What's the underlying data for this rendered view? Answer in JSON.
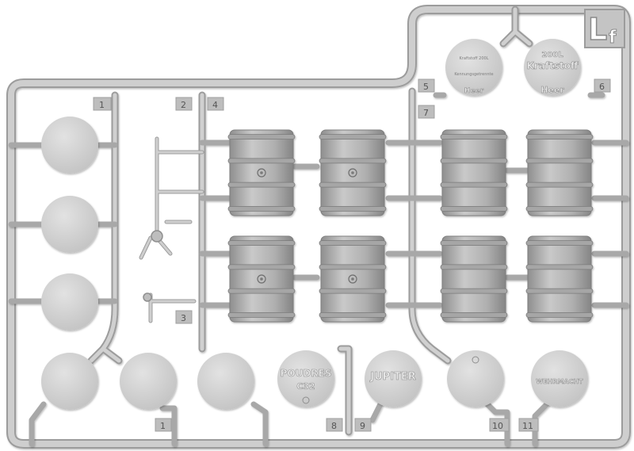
{
  "sprue": {
    "letter": "L",
    "sub_letter": "f"
  },
  "tags": [
    "1",
    "2",
    "4",
    "3",
    "5",
    "6",
    "7",
    "8",
    "9",
    "10",
    "11",
    "1"
  ],
  "plates": {
    "kraftstoff_a": {
      "line1": "Kraftstoff 200L",
      "line2": "Kennungsgetrennte",
      "line3": "Heer"
    },
    "kraftstoff_b": {
      "line1": "200L",
      "line2": "Kraftstoff",
      "line3": "Heer"
    },
    "poudres": {
      "line1": "POUDRES",
      "line2": "C32"
    },
    "jupiter": {
      "line1": "JUPITER"
    },
    "wehrmacht": {
      "line1": "WEHRMACHT"
    }
  },
  "colors": {
    "plastic": "#c8c8c8",
    "plastic_dark": "#9a9a9a",
    "disc": "#d6d6d6",
    "drum": "#b3b3b3",
    "background": "#ffffff"
  }
}
